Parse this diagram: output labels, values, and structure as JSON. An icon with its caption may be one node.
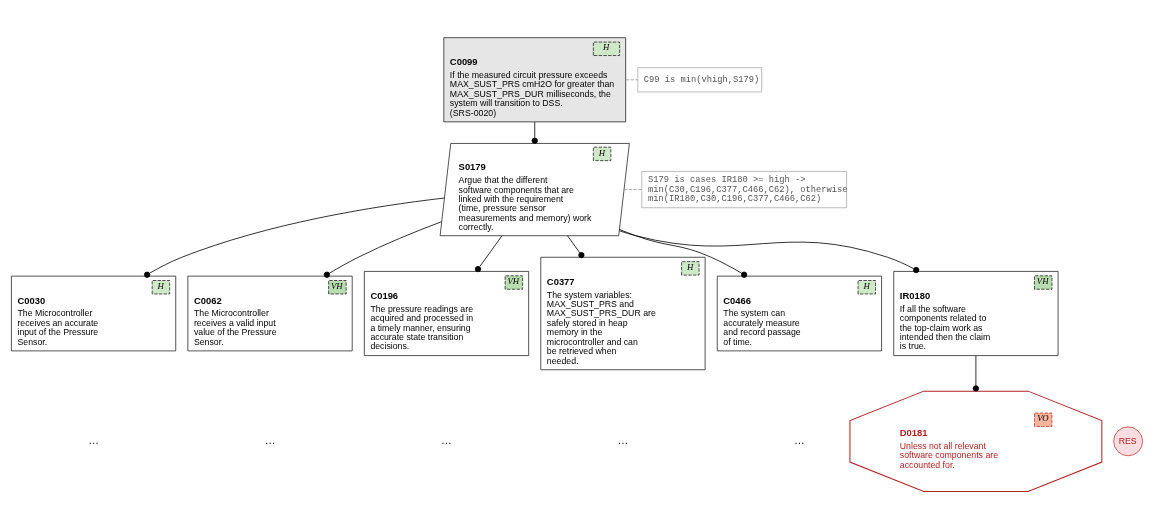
{
  "diagram": {
    "nodes": [
      {
        "text": [
          "H",
          "C0099",
          "If the measured circuit pressure exceeds MAX_SUST_PRS cmH2O for greater than MAX_SUST_PRS_DUR milliseconds, the system will transition to DSS. (SRS-0020)"
        ]
      },
      {
        "text": [
          "C99 is min(vhigh,S179)"
        ]
      },
      {
        "text": [
          "H",
          "S0179",
          "Argue that the different software components that are linked with the requirement (time, pressure sensor measurements and memory) work correctly."
        ]
      },
      {
        "text": [
          "S179 is cases IR180 >= high -> min(C30,C196,C377,C466,C62), otherwise min(IR180,C30,C196,C377,C466,C62)"
        ]
      },
      {
        "text": [
          "H",
          "C0030",
          "The Microcontroller receives an accurate input of the Pressure Sensor."
        ]
      },
      {
        "text": [
          "VH",
          "C0062",
          "The Microcontroller receives a valid input value of the Pressure Sensor."
        ]
      },
      {
        "text": [
          "VH",
          "C0196",
          "The pressure readings are acquired and processed in a timely manner, ensuring accurate state transition decisions."
        ]
      },
      {
        "text": [
          "H",
          "C0377",
          "The system variables: MAX_SUST_PRS and MAX_SUST_PRS_DUR are safely stored in heap memory in the microcontroller and can be retrieved when needed."
        ]
      },
      {
        "text": [
          "H",
          "C0466",
          "The system can accurately measure and record passage of time."
        ]
      },
      {
        "text": [
          "VH",
          "IR0180",
          "If all the software components related to the top-claim work as intended then the claim is true."
        ]
      },
      {
        "text": [
          "VO",
          "D0181",
          "Unless not all relevant software components are accounted for."
        ]
      },
      {
        "text": [
          "RES"
        ]
      }
    ],
    "edges": [
      {
        "from": 0,
        "to": 1,
        "arrow": "none",
        "style": "dashed",
        "color": "#999999"
      },
      {
        "from": 0,
        "to": 2,
        "arrow": "other"
      },
      {
        "from": 2,
        "to": 3,
        "arrow": "none",
        "style": "dashed",
        "color": "#999999"
      },
      {
        "from": 2,
        "to": 4,
        "arrow": "other"
      },
      {
        "from": 2,
        "to": 5,
        "arrow": "other"
      },
      {
        "from": 2,
        "to": 6,
        "arrow": "other"
      },
      {
        "from": 2,
        "to": 7,
        "arrow": "other"
      },
      {
        "from": 2,
        "to": 8,
        "arrow": "other"
      },
      {
        "from": 2,
        "to": 9,
        "arrow": "other"
      },
      {
        "from": 9,
        "to": 10,
        "arrow": "other"
      }
    ],
    "labels": [
      "…",
      "…",
      "…",
      "…",
      "…"
    ]
  }
}
